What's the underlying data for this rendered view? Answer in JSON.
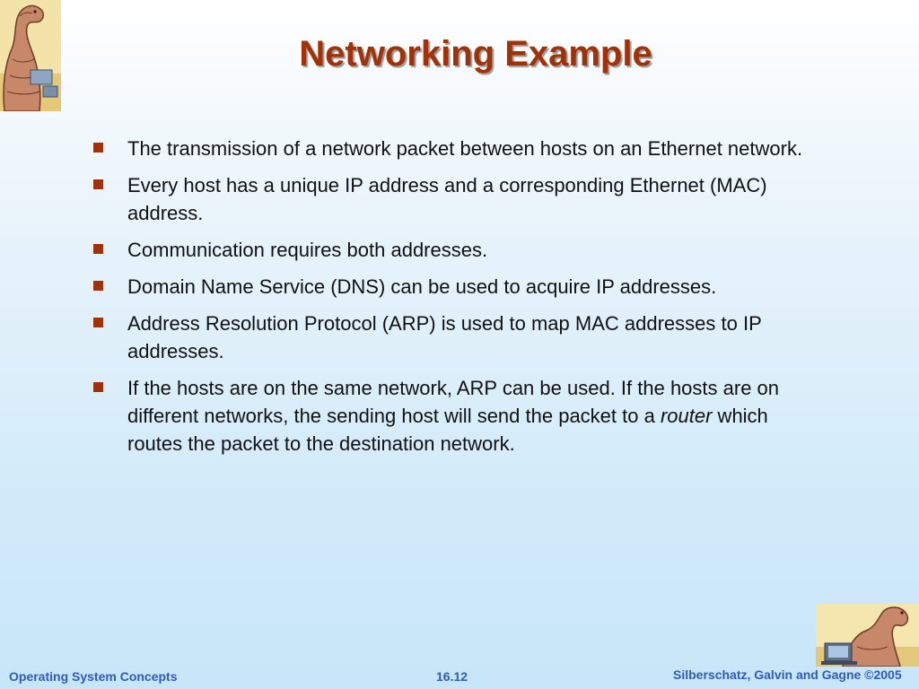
{
  "title": "Networking Example",
  "bullets": [
    {
      "text": "The transmission of a network packet between hosts on an Ethernet network."
    },
    {
      "text": "Every host has a unique IP address and a corresponding Ethernet (MAC) address."
    },
    {
      "text": "Communication requires both addresses."
    },
    {
      "text": "Domain Name Service (DNS) can be used to acquire IP addresses."
    },
    {
      "text": "Address Resolution Protocol (ARP) is used to map MAC addresses to IP addresses."
    },
    {
      "text_before": "If the hosts are on the same network, ARP can be used. If the hosts are on different networks, the sending host will send the packet to a ",
      "emphasis": "router",
      "text_after": " which routes the packet to the destination network."
    }
  ],
  "footer": {
    "course": "Operating System Concepts",
    "slide_number": "16.12",
    "copyright": "Silberschatz, Galvin and Gagne ©2005"
  },
  "colors": {
    "title": "#a0320a",
    "bullet": "#a0320a",
    "footer": "#2f5bb7"
  },
  "icons": {
    "top_logo": "dinosaur-logo-icon",
    "bottom_logo": "dinosaur-computer-icon"
  }
}
